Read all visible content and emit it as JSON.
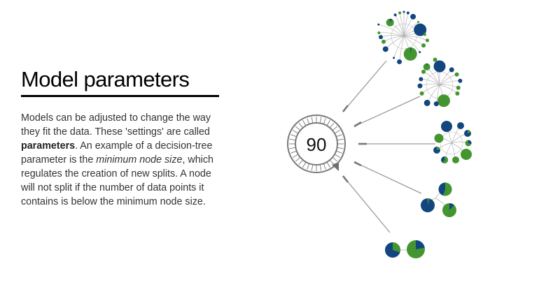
{
  "section": {
    "title": "Model parameters",
    "paragraph": [
      {
        "text": "Models can be adjusted to change the way they fit the data. These 'settings' are called ",
        "style": "normal"
      },
      {
        "text": "parameters",
        "style": "bold"
      },
      {
        "text": ". An example of a decision-tree parameter is the ",
        "style": "normal"
      },
      {
        "text": "minimum node size",
        "style": "italic"
      },
      {
        "text": ", which regulates the creation of new splits. A node will not split if the number of data points it contains is below the minimum node size.",
        "style": "normal"
      }
    ]
  },
  "dial": {
    "value": "90",
    "interactive": true
  },
  "colors": {
    "class_a": "#12467f",
    "class_b": "#43962f",
    "link": "#9a9a9a",
    "dial_stroke": "#7a7a7a"
  }
}
